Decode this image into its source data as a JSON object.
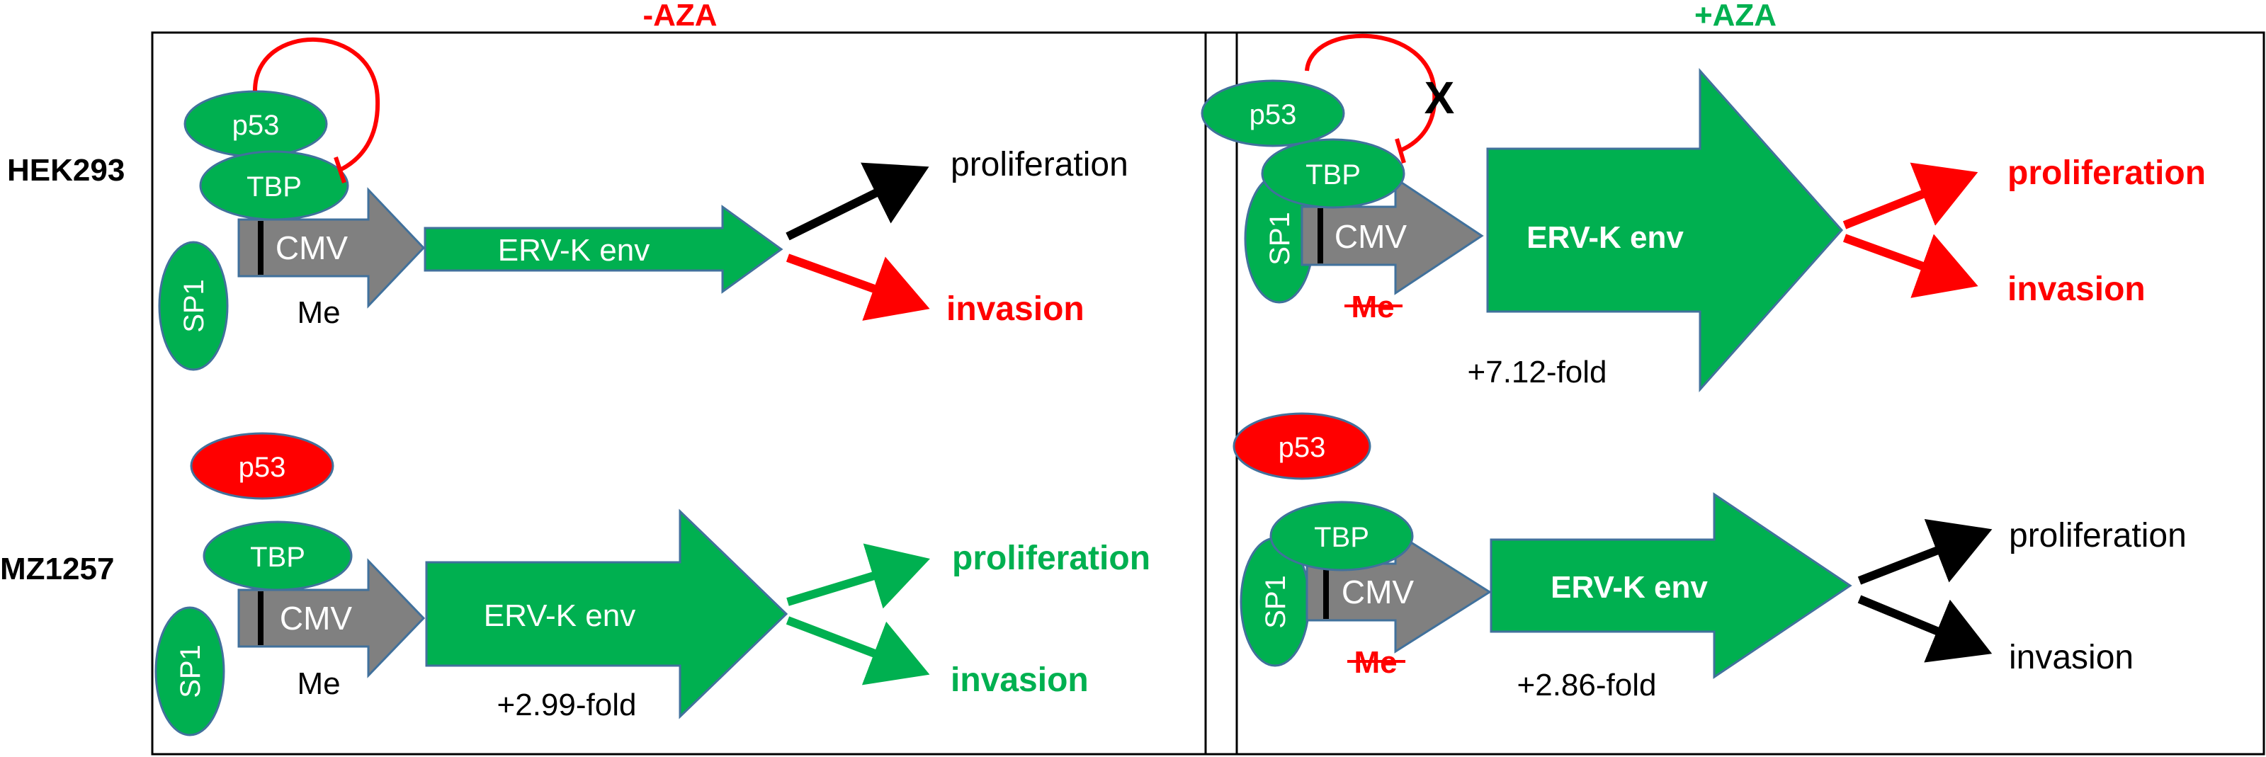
{
  "panels": {
    "left": {
      "title": "-AZA",
      "title_color": "#ff0000"
    },
    "right": {
      "title": "+AZA",
      "title_color": "#00b050"
    }
  },
  "rows": {
    "top": {
      "label": "HEK293"
    },
    "bottom": {
      "label": "MZ1257"
    }
  },
  "labels": {
    "p53": "p53",
    "tbp": "TBP",
    "sp1": "SP1",
    "cmv": "CMV",
    "me": "Me",
    "erv": "ERV-K env",
    "proliferation": "proliferation",
    "invasion": "invasion",
    "x_mark": "X"
  },
  "fold": {
    "bl": "+2.99-fold",
    "tr": "+7.12-fold",
    "br": "+2.86-fold"
  },
  "colors": {
    "green": "#00b050",
    "red": "#ff0000",
    "grey": "#808080",
    "black": "#000000",
    "outline": "#41719c"
  }
}
